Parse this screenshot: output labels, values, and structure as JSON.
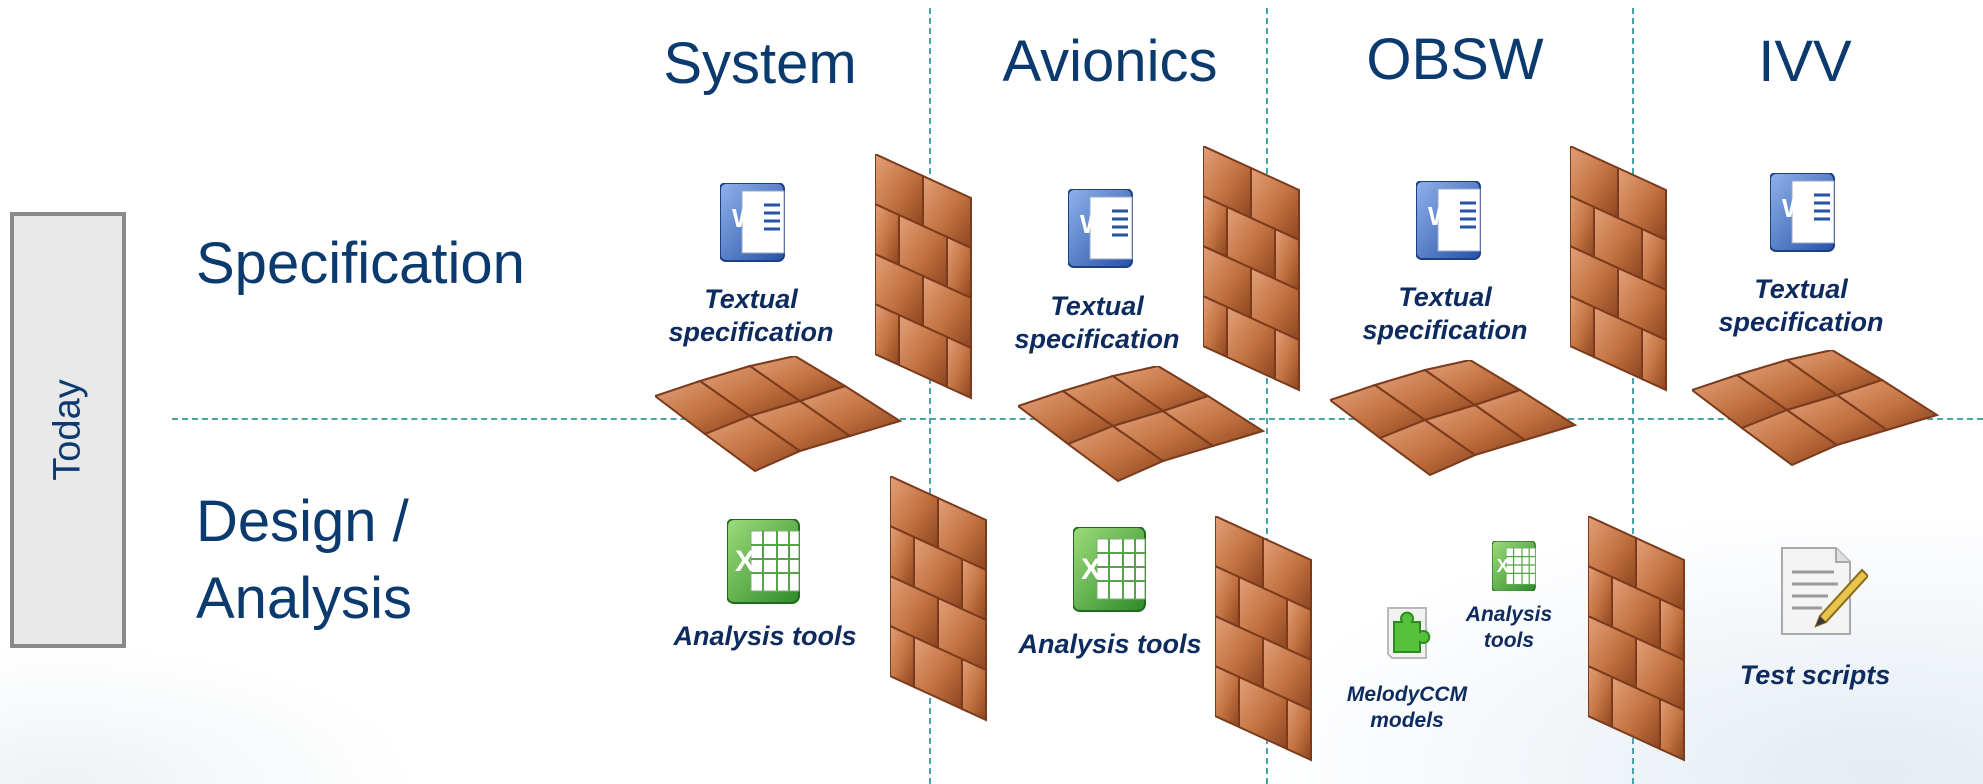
{
  "columns": [
    "System",
    "Avionics",
    "OBSW",
    "IVV"
  ],
  "rows": {
    "specification": "Specification",
    "design_line1": "Design /",
    "design_line2": "Analysis"
  },
  "side_label": "Today",
  "spec_items": [
    {
      "line1": "Textual",
      "line2": "specification",
      "icon": "word-document-icon"
    },
    {
      "line1": "Textual",
      "line2": "specification",
      "icon": "word-document-icon"
    },
    {
      "line1": "Textual",
      "line2": "specification",
      "icon": "word-document-icon"
    },
    {
      "line1": "Textual",
      "line2": "specification",
      "icon": "word-document-icon"
    }
  ],
  "design_items": {
    "system": {
      "label": "Analysis tools",
      "icon": "excel-spreadsheet-icon"
    },
    "avionics": {
      "label": "Analysis tools",
      "icon": "excel-spreadsheet-icon"
    },
    "obsw_models": {
      "line1": "MelodyCCM",
      "line2": "models",
      "icon": "puzzle-piece-icon"
    },
    "obsw_tools": {
      "line1": "Analysis",
      "line2": "tools",
      "icon": "excel-spreadsheet-icon"
    },
    "ivv": {
      "label": "Test scripts",
      "icon": "script-document-icon"
    }
  },
  "colors": {
    "heading": "#0b3a6e",
    "caption": "#0d2b5e",
    "divider": "#4aa3ad",
    "brick": "#b4643a"
  }
}
